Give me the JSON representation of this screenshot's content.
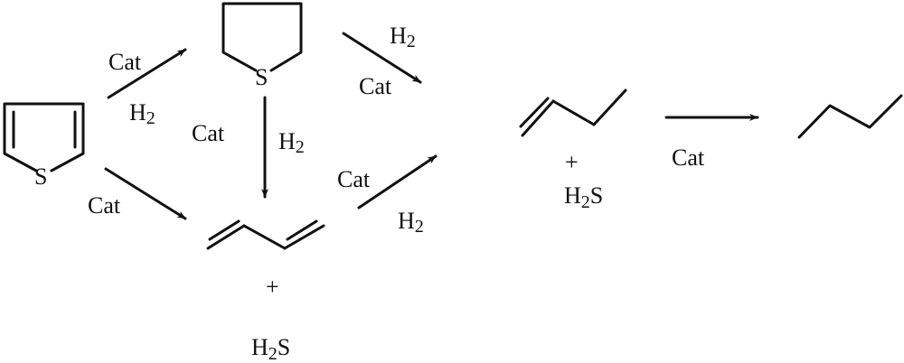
{
  "reagents": {
    "cat": "Cat",
    "h2": {
      "main": "H",
      "sub": "2"
    }
  },
  "atoms": {
    "sulfur": "S"
  },
  "byproduct": {
    "plus": "+",
    "h2s": {
      "h": "H",
      "sub": "2",
      "s": "S"
    }
  },
  "colors": {
    "ink": "#111111",
    "background": "#ffffff"
  }
}
